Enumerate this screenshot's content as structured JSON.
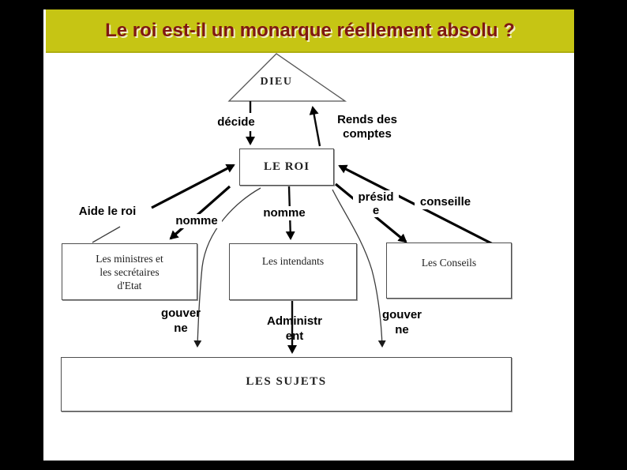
{
  "page": {
    "background": "#000000"
  },
  "slide": {
    "background": "#ffffff"
  },
  "header": {
    "title": "Le roi est-il un monarque réellement absolu ?",
    "background": "#c6c514",
    "text_color": "#801712",
    "shadow_color": "#f0eec2"
  },
  "diagram": {
    "line_color": "#000000",
    "box_border_color": "#4f4f4f",
    "nodes": {
      "dieu": {
        "label": "DIEU"
      },
      "roi": {
        "label": "LE ROI"
      },
      "ministres": {
        "label": "Les ministres et\nles secrétaires\nd'Etat"
      },
      "intendants": {
        "label": "Les intendants"
      },
      "conseils": {
        "label": "Les Conseils"
      },
      "sujets": {
        "label": "LES SUJETS"
      }
    },
    "edge_labels": {
      "decide": "décide",
      "rends_des_comptes": "Rends des\ncomptes",
      "aide_le_roi": "Aide le roi",
      "nomme_ministres": "nomme",
      "nomme_intendants": "nomme",
      "preside": "présid\ne",
      "conseille": "conseille",
      "gouverne_left": "gouver\nne",
      "administrent": "Administr\nent",
      "gouverne_right": "gouver\nne"
    }
  }
}
